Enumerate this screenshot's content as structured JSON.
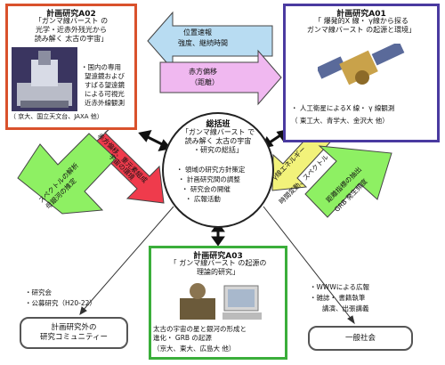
{
  "a02": {
    "title": "計画研究A02",
    "subtitle_1": "「ガンマ線バースト の",
    "subtitle_2": "光学・近赤外残光から",
    "subtitle_3": "読み解く 太古の宇宙」",
    "bullet_1": "・国内の専用",
    "bullet_2": "望遠鏡および",
    "bullet_3": "すばる望遠鏡",
    "bullet_4": "による可視光",
    "bullet_5": "近赤外線観測",
    "members": "（ 京大、国立天文台、JAXA 他）"
  },
  "a01": {
    "title": "計画研究A01",
    "subtitle_1": "「 爆発的X 線・ γ線から探る",
    "subtitle_2": "ガンマ線バースト の起源と環境」",
    "bullet_1": "・ 人工衛星によるX 線・ γ 線観測",
    "members": "（ 東工大、青学大、金沢大 他）"
  },
  "a03": {
    "title": "計画研究A03",
    "subtitle_1": "「 ガンマ線バースト の起源の",
    "subtitle_2": "理論的研究」",
    "body_1": "太古の宇宙の星と銀河の形成と",
    "body_2": "進化・ GRB の起源",
    "members": "（京大、東大、広島大 他）"
  },
  "center": {
    "title": "総括班",
    "subtitle_1": "「ガンマ線バースト で",
    "subtitle_2": "読み解く 太古の宇宙",
    "subtitle_3": "・研究の総括」",
    "item_1": "・ 領域の研究方針策定",
    "item_2": "・ 計画研究間の調整",
    "item_3": "・ 研究会の開催",
    "item_4": "・ 広報活動"
  },
  "arrows": {
    "top_1": "位置速報",
    "top_2": "強度、継続時間",
    "ir_1": "赤方偏移",
    "ir_2": "（距離）",
    "left_red": "赤方偏移、重元素組成",
    "left_red_2": "宇宙の環境",
    "left_green_1": "スペクトルの解析",
    "left_green_2": "母銀河の推定",
    "right_yellow_1": "γ線エネルギー",
    "right_yellow_2": "時間変動、スペクトル",
    "right_green_1": "距離指標の抽出",
    "right_green_2": "GRB 発生頻度"
  },
  "community": {
    "bullet_1": "・研究会",
    "bullet_2": "・公募研究（H20-22）",
    "box_1": "計画研究外の",
    "box_2": "研究コミュニティー"
  },
  "public": {
    "bullet_1": "・WWWによる広報",
    "bullet_2": "・雑誌・ 書籍執筆",
    "bullet_3": "講演、出張講義",
    "box": "一般社会"
  },
  "colors": {
    "a02_border": "#d9512c",
    "a01_border": "#4a3aa0",
    "a03_border": "#3aae3a",
    "blue_arrow": "#b8dcf2",
    "pink_arrow": "#f0b8f0",
    "red_arrow": "#ef3b4c",
    "green_arrow": "#8ef063",
    "yellow_arrow": "#f2f27a"
  }
}
